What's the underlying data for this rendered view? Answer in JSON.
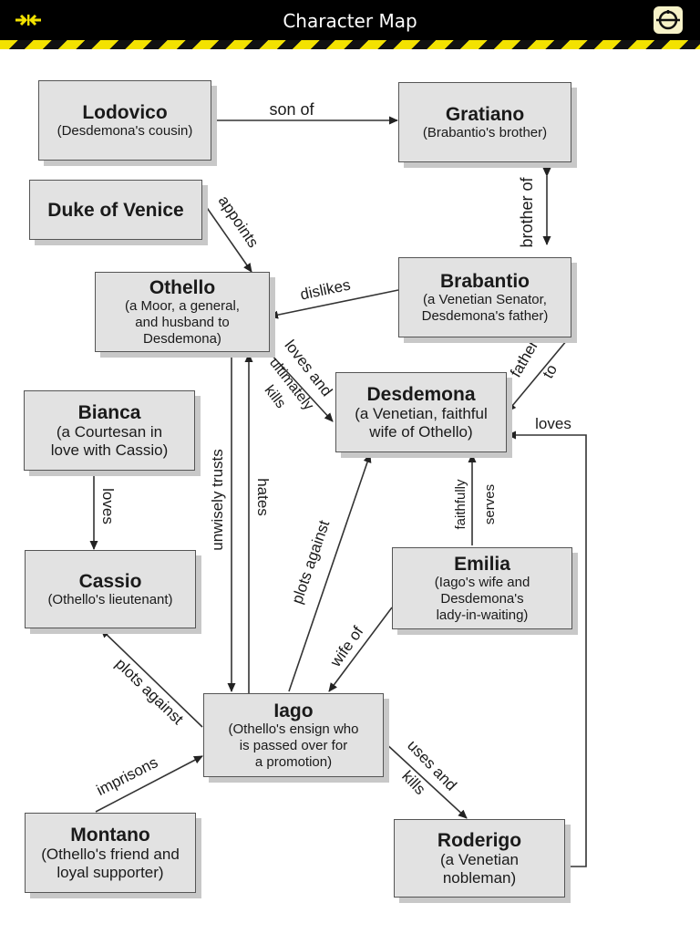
{
  "app": {
    "title": "Character Map",
    "back_icon": "double-arrow-collapse-icon",
    "menu_icon": "circle-crosshair-icon",
    "stripe_colors": [
      "#f3e200",
      "#111111"
    ]
  },
  "characters": {
    "lodovico": {
      "name": "Lodovico",
      "desc": "(Desdemona's cousin)"
    },
    "gratiano": {
      "name": "Gratiano",
      "desc": "(Brabantio's brother)"
    },
    "duke": {
      "name": "Duke of Venice"
    },
    "othello": {
      "name": "Othello",
      "desc": [
        "(a Moor, a general,",
        "and husband to",
        "Desdemona)"
      ]
    },
    "brabantio": {
      "name": "Brabantio",
      "desc": [
        "(a Venetian Senator,",
        "Desdemona's father)"
      ]
    },
    "bianca": {
      "name": "Bianca",
      "desc": [
        "(a Courtesan in",
        "love with Cassio)"
      ]
    },
    "desdemona": {
      "name": "Desdemona",
      "desc": [
        "(a Venetian, faithful",
        "wife of Othello)"
      ]
    },
    "cassio": {
      "name": "Cassio",
      "desc": "(Othello's lieutenant)"
    },
    "emilia": {
      "name": "Emilia",
      "desc": [
        "(Iago's wife and",
        "Desdemona's",
        "lady-in-waiting)"
      ]
    },
    "iago": {
      "name": "Iago",
      "desc": [
        "(Othello's ensign who",
        "is passed over for",
        "a promotion)"
      ]
    },
    "montano": {
      "name": "Montano",
      "desc": [
        "(Othello's friend and",
        "loyal supporter)"
      ]
    },
    "roderigo": {
      "name": "Roderigo",
      "desc": [
        "(a Venetian",
        "nobleman)"
      ]
    }
  },
  "relations": {
    "son_of": "son of",
    "brother_of": "brother of",
    "appoints": "appoints",
    "dislikes": "dislikes",
    "father_to": [
      "father",
      "to"
    ],
    "loves_and_kills": [
      "loves and",
      "ultimately",
      "kills"
    ],
    "loves_desdemona": "loves",
    "loves_cassio": "loves",
    "unwisely_trusts": "unwisely trusts",
    "hates": "hates",
    "plots_against_desdemona": "plots against",
    "faithfully_serves": [
      "faithfully",
      "serves"
    ],
    "wife_of": "wife of",
    "plots_against_cassio": "plots against",
    "imprisons": "imprisons",
    "uses_and_kills": [
      "uses and",
      "kills"
    ]
  }
}
